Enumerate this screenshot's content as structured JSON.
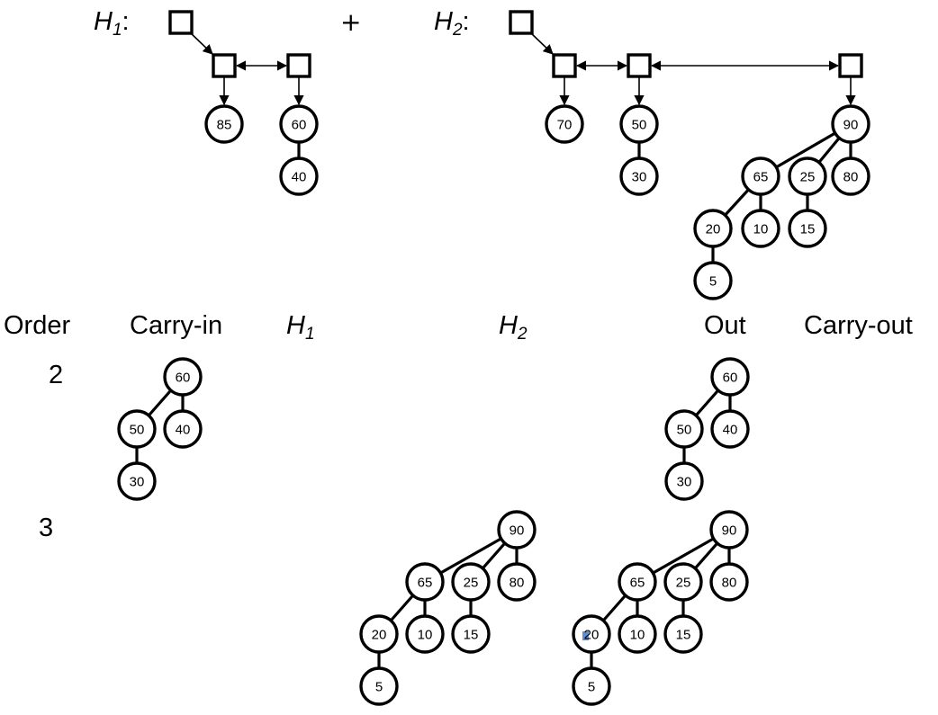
{
  "top": {
    "h1_label": "H",
    "h1_sub": "1",
    "h2_label": "H",
    "h2_sub": "2",
    "colon": ":",
    "plus": "+"
  },
  "header": {
    "order": "Order",
    "carry_in": "Carry-in",
    "h1": "H",
    "h1_sub": "1",
    "h2": "H",
    "h2_sub": "2",
    "out": "Out",
    "carry_out": "Carry-out"
  },
  "rows": [
    {
      "order": "2"
    },
    {
      "order": "3"
    }
  ],
  "colors": {
    "highlight": "#5b8fd6"
  },
  "trees": {
    "h1_t85": {
      "root": "85",
      "children": []
    },
    "h1_t60": {
      "root": "60",
      "children": [
        {
          "root": "40",
          "children": []
        }
      ]
    },
    "h2_t70": {
      "root": "70",
      "children": []
    },
    "h2_t50": {
      "root": "50",
      "children": [
        {
          "root": "30",
          "children": []
        }
      ]
    },
    "h2_t90": {
      "root": "90",
      "children": [
        {
          "root": "65",
          "children": [
            {
              "root": "20",
              "children": [
                {
                  "root": "5",
                  "children": []
                }
              ]
            },
            {
              "root": "10",
              "children": []
            }
          ]
        },
        {
          "root": "25",
          "children": [
            {
              "root": "15",
              "children": []
            }
          ]
        },
        {
          "root": "80",
          "children": []
        }
      ]
    },
    "carry_in_2": {
      "root": "60",
      "children": [
        {
          "root": "50",
          "children": [
            {
              "root": "30",
              "children": []
            }
          ]
        },
        {
          "root": "40",
          "children": []
        }
      ]
    },
    "out_2": {
      "root": "60",
      "children": [
        {
          "root": "50",
          "children": [
            {
              "root": "30",
              "children": []
            }
          ]
        },
        {
          "root": "40",
          "children": []
        }
      ]
    },
    "h2_3": {
      "root": "90",
      "children": [
        {
          "root": "65",
          "children": [
            {
              "root": "20",
              "children": [
                {
                  "root": "5",
                  "children": []
                }
              ]
            },
            {
              "root": "10",
              "children": []
            }
          ]
        },
        {
          "root": "25",
          "children": [
            {
              "root": "15",
              "children": []
            }
          ]
        },
        {
          "root": "80",
          "children": []
        }
      ]
    },
    "out_3": {
      "root": "90",
      "children": [
        {
          "root": "65",
          "children": [
            {
              "root": "20",
              "children": [
                {
                  "root": "5",
                  "children": []
                }
              ]
            },
            {
              "root": "10",
              "children": []
            }
          ]
        },
        {
          "root": "25",
          "children": [
            {
              "root": "15",
              "children": []
            }
          ]
        },
        {
          "root": "80",
          "children": []
        }
      ]
    }
  }
}
